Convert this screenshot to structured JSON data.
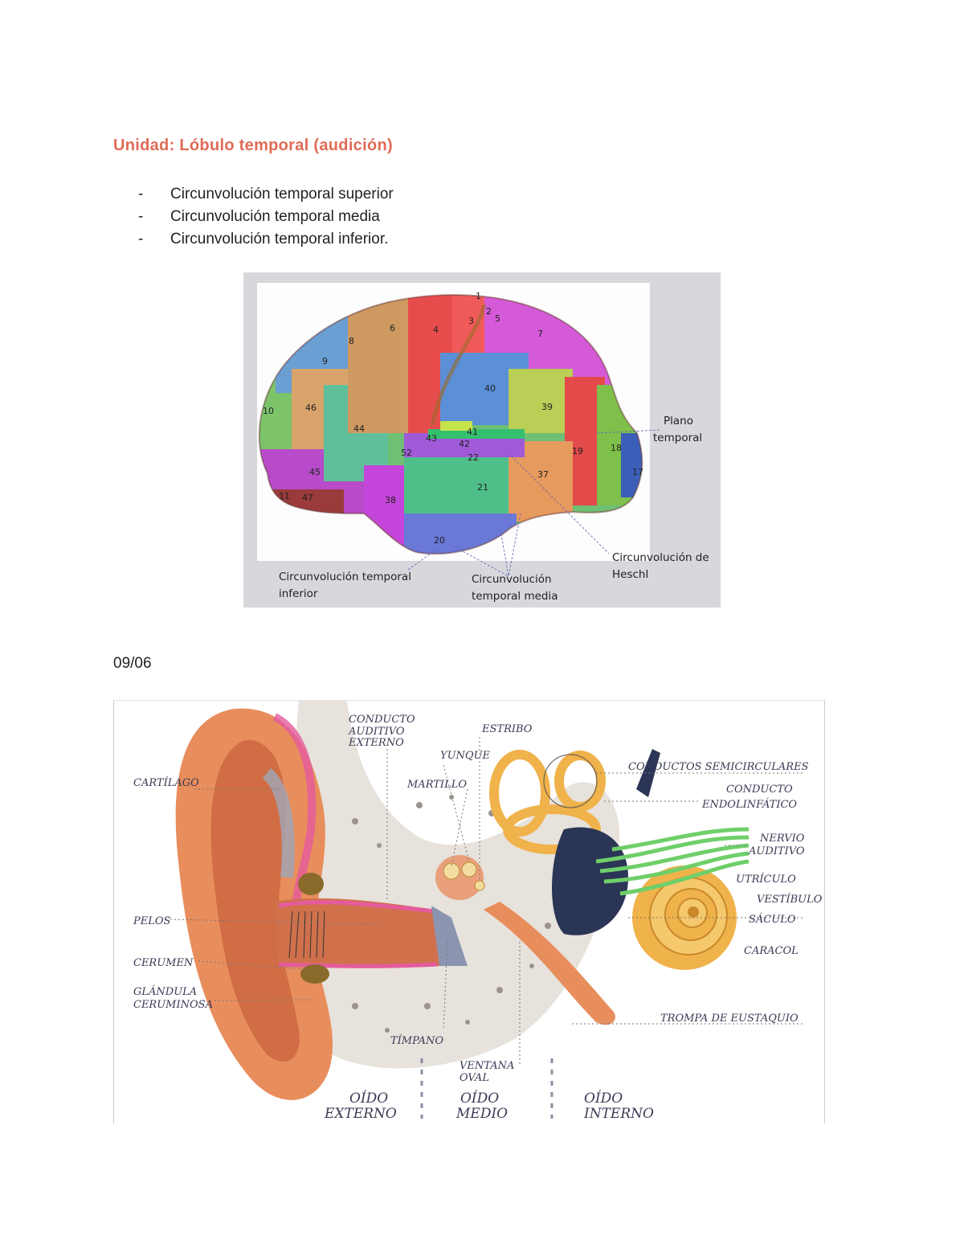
{
  "heading": "Unidad: Lóbulo temporal (audición)",
  "bullets": [
    {
      "dash": "-",
      "text": "Circunvolución temporal superior"
    },
    {
      "dash": "-",
      "text": "Circunvolución temporal media"
    },
    {
      "dash": "-",
      "text": "Circunvolución temporal inferior."
    }
  ],
  "brain_figure": {
    "labels": {
      "plano": [
        "Plano",
        "temporal"
      ],
      "heschl": [
        "Circunvolución de",
        "Heschl"
      ],
      "inferior": [
        "Circunvolución temporal",
        "inferior"
      ],
      "media": [
        "Circunvolución",
        "temporal media"
      ]
    },
    "areas": [
      "1",
      "2",
      "3",
      "4",
      "5",
      "6",
      "7",
      "8",
      "9",
      "10",
      "11",
      "17",
      "18",
      "19",
      "20",
      "21",
      "22",
      "37",
      "38",
      "39",
      "40",
      "41",
      "42",
      "43",
      "44",
      "45",
      "46",
      "47",
      "52"
    ]
  },
  "date": "09/06",
  "ear_figure": {
    "labels": {
      "conducto_auditivo": [
        "CONDUCTO",
        "AUDITIVO",
        "EXTERNO"
      ],
      "estribo": "ESTRIBO",
      "yunque": "YUNQUE",
      "martillo": "MARTILLO",
      "cartilago": "CARTÍLAGO",
      "conductos_semicirculares": "CONDUCTOS SEMICIRCULARES",
      "conducto_endolinfatico": [
        "CONDUCTO",
        "ENDOLINFÁTICO"
      ],
      "nervio_auditivo": [
        "NERVIO",
        "AUDITIVO"
      ],
      "utriculo": "UTRÍCULO",
      "vestibulo": "VESTÍBULO",
      "saculo": "SÁCULO",
      "caracol": "CARACOL",
      "pelos": "PELOS",
      "cerumen": "CERUMEN",
      "glandula": [
        "GLÁNDULA",
        "CERUMINOSA"
      ],
      "trompa": "TROMPA DE EUSTAQUIO",
      "timpano": "TÍMPANO",
      "ventana_oval": [
        "VENTANA",
        "OVAL"
      ],
      "oido_externo": [
        "OÍDO",
        "EXTERNO"
      ],
      "oido_medio": [
        "OÍDO",
        "MEDIO"
      ],
      "oido_interno": [
        "OÍDO",
        "INTERNO"
      ]
    }
  }
}
